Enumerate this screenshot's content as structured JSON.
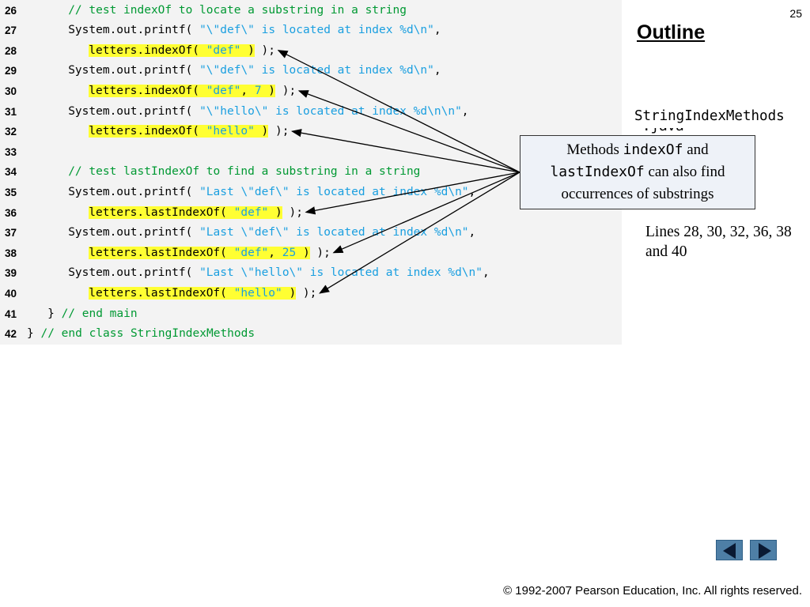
{
  "slide": {
    "number": "25",
    "outline_title": "Outline",
    "file_name": "StringIndexMethods",
    "file_ext": ".java",
    "lines_note": "Lines 28, 30, 32, 36, 38 and 40",
    "copyright": "© 1992-2007 Pearson Education, Inc.  All rights reserved."
  },
  "callout": {
    "part1": "Methods ",
    "part2": "indexOf",
    "part3": " and",
    "part4": "lastIndexOf",
    "part5": " can also find",
    "part6": "occurrences of substrings"
  },
  "code_lines": [
    {
      "n": "26",
      "indent": 4,
      "tokens": [
        {
          "t": "// test indexOf to locate a substring in a string",
          "c": "comment"
        }
      ]
    },
    {
      "n": "27",
      "indent": 4,
      "tokens": [
        {
          "t": "System.out.printf( ",
          "c": "plain"
        },
        {
          "t": "\"\\\"def\\\" is located at index %d\\n\"",
          "c": "str"
        },
        {
          "t": ",",
          "c": "plain"
        }
      ]
    },
    {
      "n": "28",
      "indent": 6,
      "tokens": [
        {
          "t": "letters.indexOf( ",
          "c": "plain",
          "hl": true
        },
        {
          "t": "\"def\"",
          "c": "str",
          "hl": true
        },
        {
          "t": " )",
          "c": "plain",
          "hl": true
        },
        {
          "t": " );",
          "c": "plain"
        }
      ]
    },
    {
      "n": "29",
      "indent": 4,
      "tokens": [
        {
          "t": "System.out.printf( ",
          "c": "plain"
        },
        {
          "t": "\"\\\"def\\\" is located at index %d\\n\"",
          "c": "str"
        },
        {
          "t": ",",
          "c": "plain"
        }
      ]
    },
    {
      "n": "30",
      "indent": 6,
      "tokens": [
        {
          "t": "letters.indexOf( ",
          "c": "plain",
          "hl": true
        },
        {
          "t": "\"def\"",
          "c": "str",
          "hl": true
        },
        {
          "t": ", ",
          "c": "plain",
          "hl": true
        },
        {
          "t": "7",
          "c": "num",
          "hl": true
        },
        {
          "t": " )",
          "c": "plain",
          "hl": true
        },
        {
          "t": " );",
          "c": "plain"
        }
      ]
    },
    {
      "n": "31",
      "indent": 4,
      "tokens": [
        {
          "t": "System.out.printf( ",
          "c": "plain"
        },
        {
          "t": "\"\\\"hello\\\" is located at index %d\\n\\n\"",
          "c": "str"
        },
        {
          "t": ",",
          "c": "plain"
        }
      ]
    },
    {
      "n": "32",
      "indent": 6,
      "tokens": [
        {
          "t": "letters.indexOf( ",
          "c": "plain",
          "hl": true
        },
        {
          "t": "\"hello\"",
          "c": "str",
          "hl": true
        },
        {
          "t": " )",
          "c": "plain",
          "hl": true
        },
        {
          "t": " );",
          "c": "plain"
        }
      ]
    },
    {
      "n": "33",
      "indent": 0,
      "tokens": []
    },
    {
      "n": "34",
      "indent": 4,
      "tokens": [
        {
          "t": "// test lastIndexOf to find a substring in a string",
          "c": "comment"
        }
      ]
    },
    {
      "n": "35",
      "indent": 4,
      "tokens": [
        {
          "t": "System.out.printf( ",
          "c": "plain"
        },
        {
          "t": "\"Last \\\"def\\\" is located at index %d\\n\"",
          "c": "str"
        },
        {
          "t": ",",
          "c": "plain"
        }
      ]
    },
    {
      "n": "36",
      "indent": 6,
      "tokens": [
        {
          "t": "letters.lastIndexOf( ",
          "c": "plain",
          "hl": true
        },
        {
          "t": "\"def\"",
          "c": "str",
          "hl": true
        },
        {
          "t": " )",
          "c": "plain",
          "hl": true
        },
        {
          "t": " );",
          "c": "plain"
        }
      ]
    },
    {
      "n": "37",
      "indent": 4,
      "tokens": [
        {
          "t": "System.out.printf( ",
          "c": "plain"
        },
        {
          "t": "\"Last \\\"def\\\" is located at index %d\\n\"",
          "c": "str"
        },
        {
          "t": ",",
          "c": "plain"
        }
      ]
    },
    {
      "n": "38",
      "indent": 6,
      "tokens": [
        {
          "t": "letters.lastIndexOf( ",
          "c": "plain",
          "hl": true
        },
        {
          "t": "\"def\"",
          "c": "str",
          "hl": true
        },
        {
          "t": ", ",
          "c": "plain",
          "hl": true
        },
        {
          "t": "25",
          "c": "num",
          "hl": true
        },
        {
          "t": " )",
          "c": "plain",
          "hl": true
        },
        {
          "t": " );",
          "c": "plain"
        }
      ]
    },
    {
      "n": "39",
      "indent": 4,
      "tokens": [
        {
          "t": "System.out.printf( ",
          "c": "plain"
        },
        {
          "t": "\"Last \\\"hello\\\" is located at index %d\\n\"",
          "c": "str"
        },
        {
          "t": ",",
          "c": "plain"
        }
      ]
    },
    {
      "n": "40",
      "indent": 6,
      "tokens": [
        {
          "t": "letters.lastIndexOf( ",
          "c": "plain",
          "hl": true
        },
        {
          "t": "\"hello\"",
          "c": "str",
          "hl": true
        },
        {
          "t": " )",
          "c": "plain",
          "hl": true
        },
        {
          "t": " );",
          "c": "plain"
        }
      ]
    },
    {
      "n": "41",
      "indent": 2,
      "tokens": [
        {
          "t": "} ",
          "c": "plain"
        },
        {
          "t": "// end main",
          "c": "comment"
        }
      ]
    },
    {
      "n": "42",
      "indent": 0,
      "tokens": [
        {
          "t": "} ",
          "c": "plain"
        },
        {
          "t": "// end class StringIndexMethods",
          "c": "comment"
        }
      ]
    }
  ],
  "colors": {
    "code_background": "#f3f3f3",
    "highlight": "#ffff33",
    "comment": "#009933",
    "string": "#1a9fe0",
    "callout_background": "#eef2f8",
    "nav_button": "#4e7fa6"
  },
  "icons": {
    "prev": "triangle-left-icon",
    "next": "triangle-right-icon"
  }
}
